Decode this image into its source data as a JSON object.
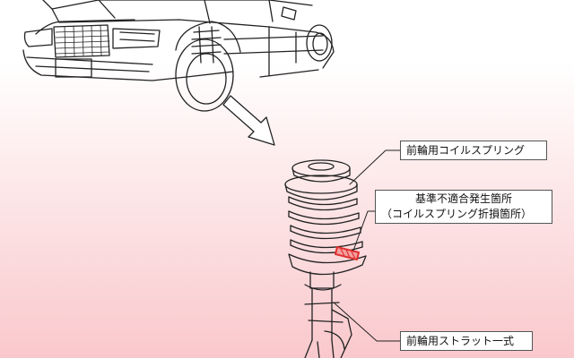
{
  "labels": {
    "coil_spring": "前輪用コイルスプリング",
    "defect_title": "基準不適合発生箇所",
    "defect_detail": "（コイルスプリング折損箇所）",
    "strut_assembly": "前輪用ストラット一式"
  },
  "colors": {
    "line": "#222222",
    "defect_marker": "#e03030",
    "background_bottom": "#f9c8cc"
  }
}
